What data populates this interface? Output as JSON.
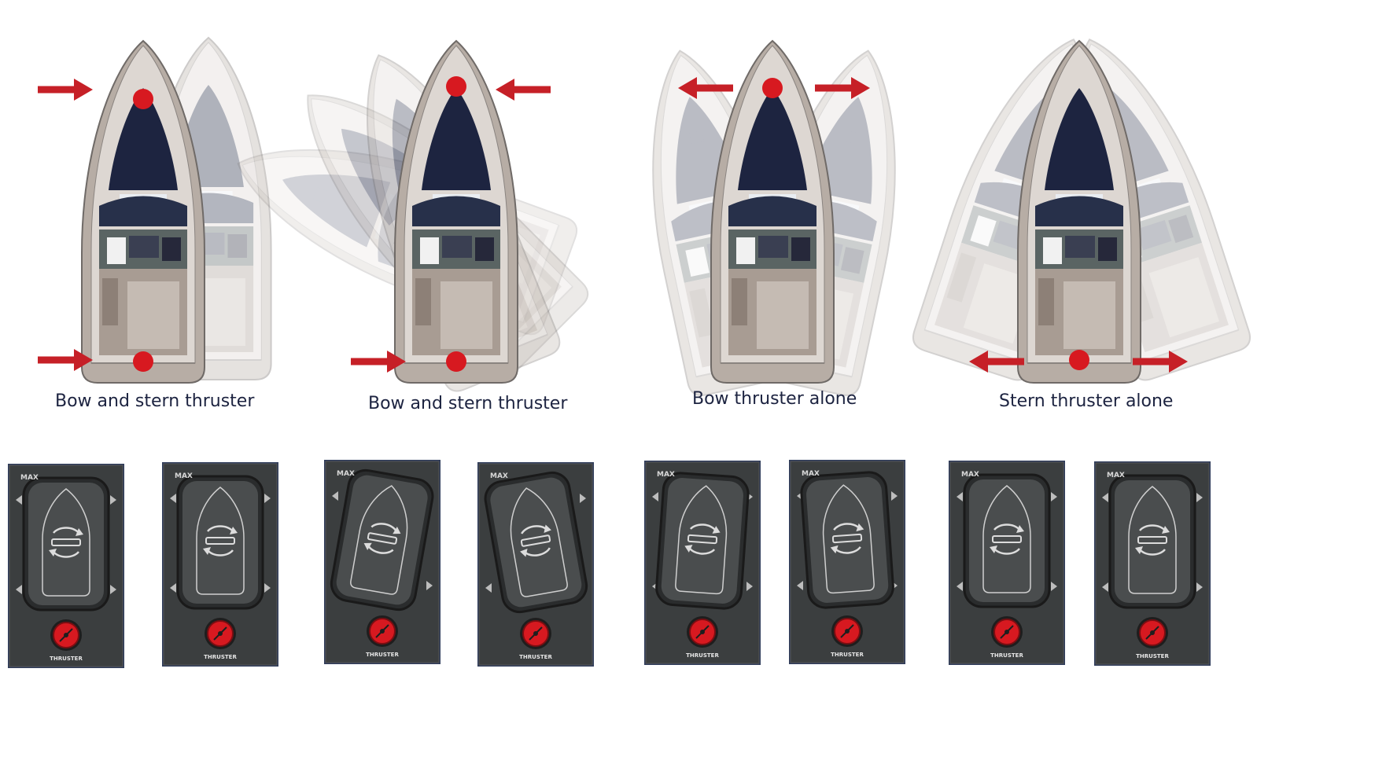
{
  "diagram": {
    "captions": [
      "Bow and stern thruster",
      "Bow and stern thruster",
      "Bow thruster alone",
      "Stern thruster alone"
    ]
  },
  "colors": {
    "arrow_red": "#c62027",
    "thruster_dot": "#d71920",
    "hull_main": "#b4aaa2",
    "hull_shadow": "#e4dfdb",
    "panel_bg": "#3b3e3f",
    "caption_text": "#1c2340"
  },
  "control_panels": {
    "logo": "MAX",
    "label": "THRUSTER",
    "joystick_tilt_degrees": [
      0,
      0,
      10,
      -10,
      4,
      -4,
      0,
      0
    ],
    "icon": "rotate-arrows-icon"
  }
}
